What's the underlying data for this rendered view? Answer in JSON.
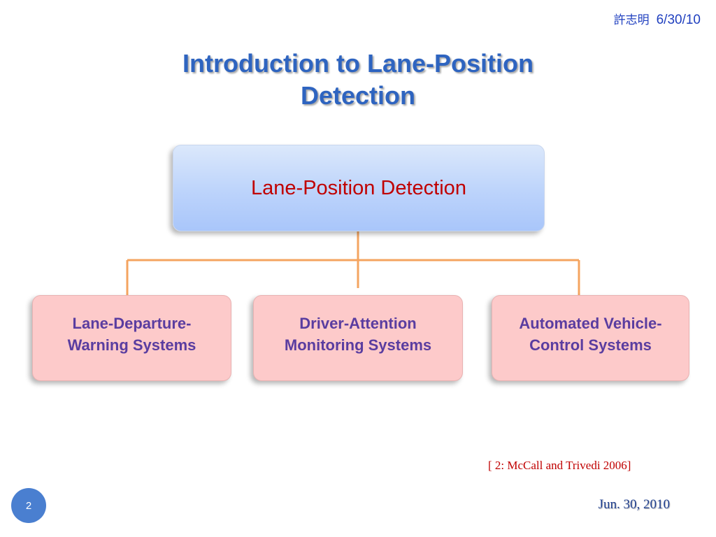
{
  "header": {
    "author": "許志明",
    "date": "6/30/10"
  },
  "title": {
    "line1": "Introduction to Lane-Position",
    "line2": "Detection"
  },
  "diagram": {
    "root": {
      "label": "Lane-Position Detection"
    },
    "children": [
      {
        "line1": "Lane-Departure-",
        "line2": "Warning Systems"
      },
      {
        "line1": "Driver-Attention",
        "line2": "Monitoring Systems"
      },
      {
        "line1": "Automated Vehicle-",
        "line2": "Control Systems"
      }
    ],
    "connector_color": "#f4a460"
  },
  "citation": "[ 2: McCall and Trivedi 2006]",
  "footer": {
    "slide_number": "2",
    "date": "Jun. 30, 2010"
  }
}
